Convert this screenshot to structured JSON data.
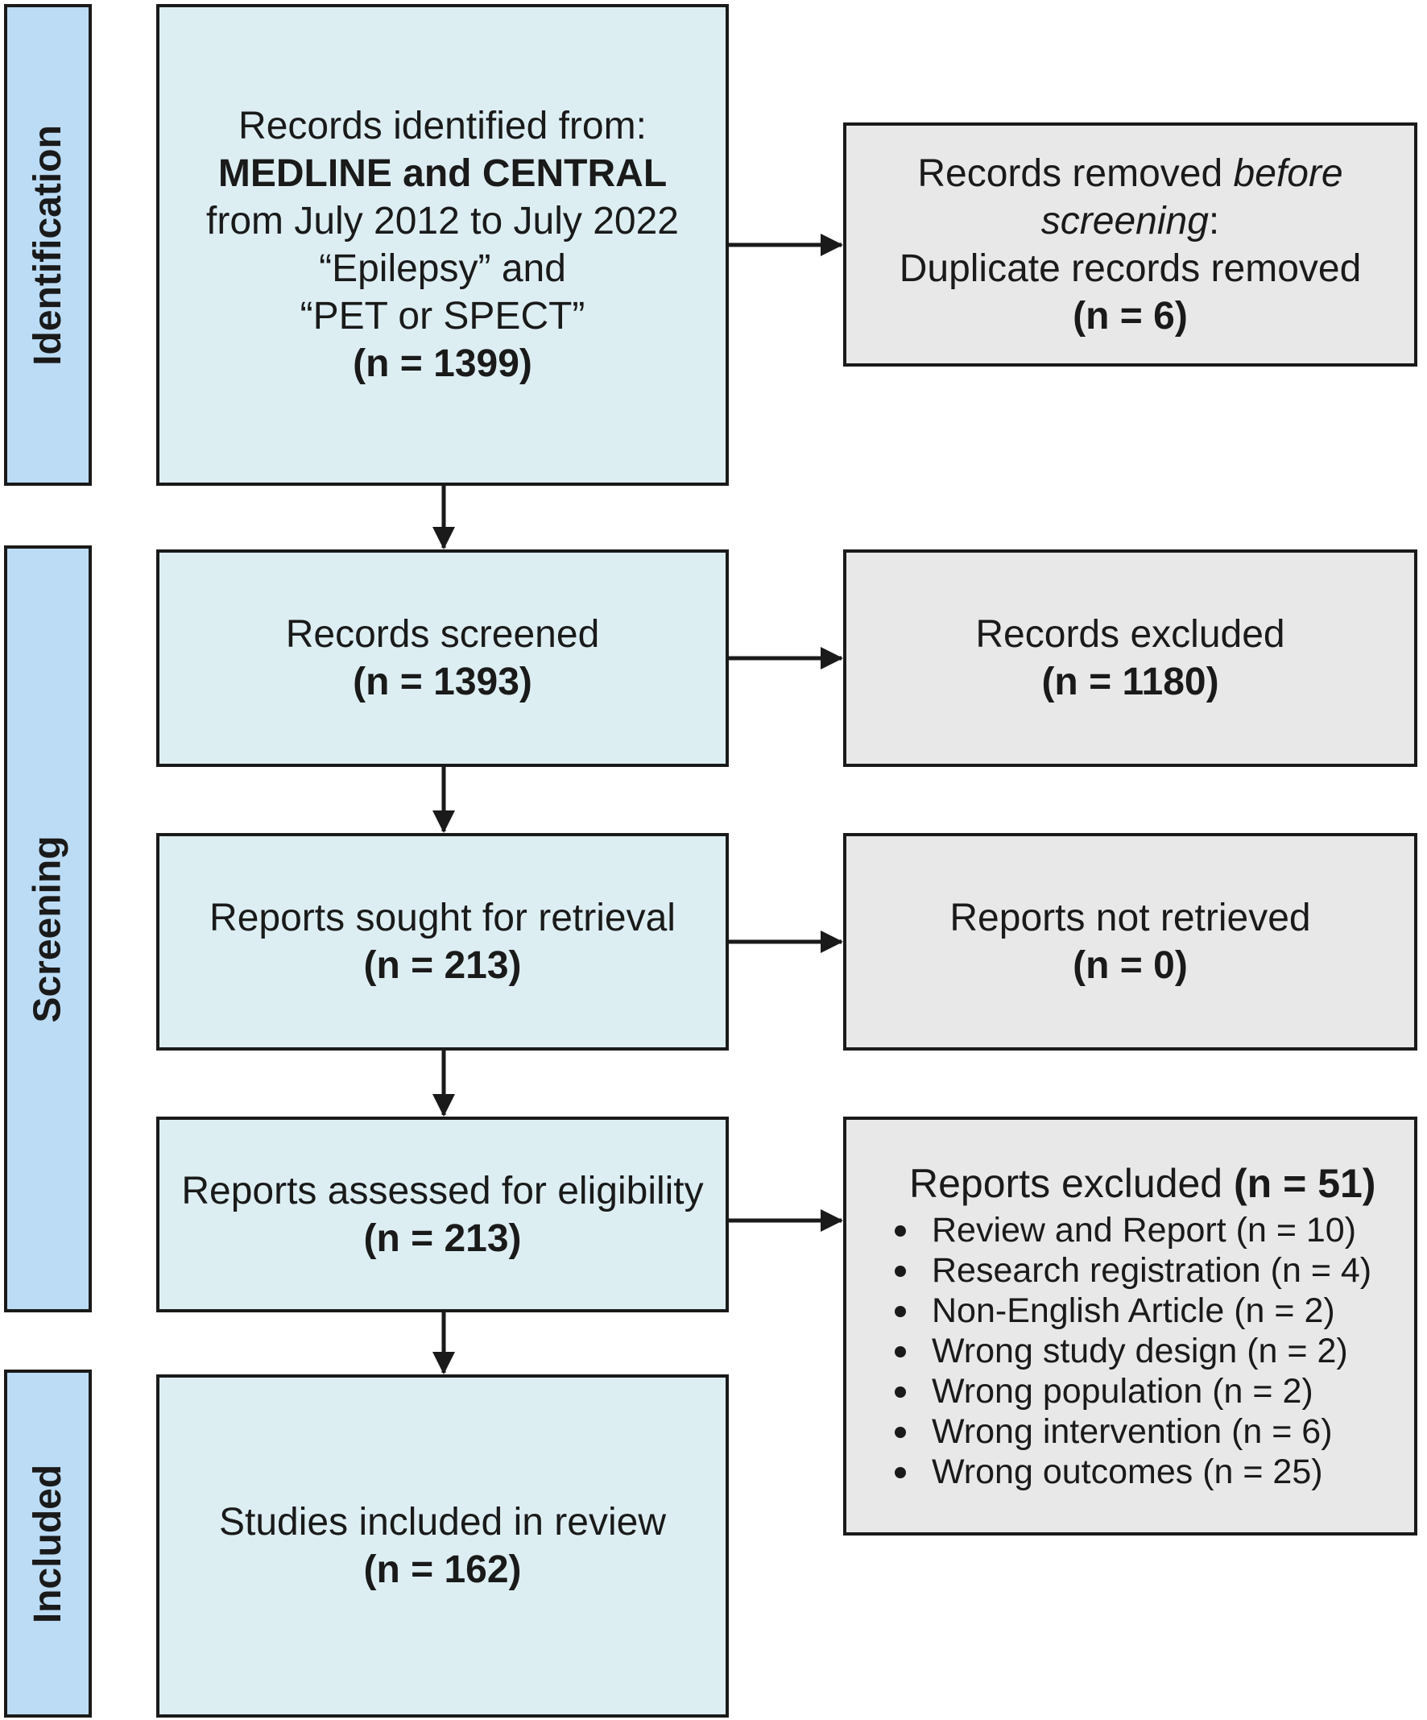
{
  "phases": {
    "identification": "Identification",
    "screening": "Screening",
    "included": "Included"
  },
  "identified": {
    "line1": "Records identified from:",
    "line2": "MEDLINE and CENTRAL",
    "line3": "from July 2012 to July 2022",
    "line4": "“Epilepsy” and",
    "line5": "“PET or SPECT”",
    "count": "(n = 1399)"
  },
  "removed": {
    "line1a": "Records removed ",
    "line1b": "before",
    "line2a": "screening",
    "line2b": ":",
    "line3": "Duplicate records removed",
    "count": "(n = 6)"
  },
  "screened": {
    "label": "Records screened",
    "count": "(n = 1393)"
  },
  "excluded": {
    "label": "Records excluded",
    "count": "(n = 1180)"
  },
  "sought": {
    "label": "Reports sought for retrieval",
    "count": "(n = 213)"
  },
  "not_retrieved": {
    "label": "Reports not retrieved",
    "count": "(n = 0)"
  },
  "assessed": {
    "label": "Reports assessed for eligibility",
    "count": "(n = 213)"
  },
  "reports_excluded": {
    "label": "Reports excluded ",
    "count": "(n = 51)",
    "reasons": [
      "Review and Report (n = 10)",
      "Research registration (n = 4)",
      "Non-English Article (n = 2)",
      "Wrong study design (n = 2)",
      "Wrong population (n = 2)",
      "Wrong intervention (n = 6)",
      "Wrong outcomes (n = 25)"
    ]
  },
  "included_studies": {
    "label": "Studies included in review",
    "count": "(n = 162)"
  }
}
